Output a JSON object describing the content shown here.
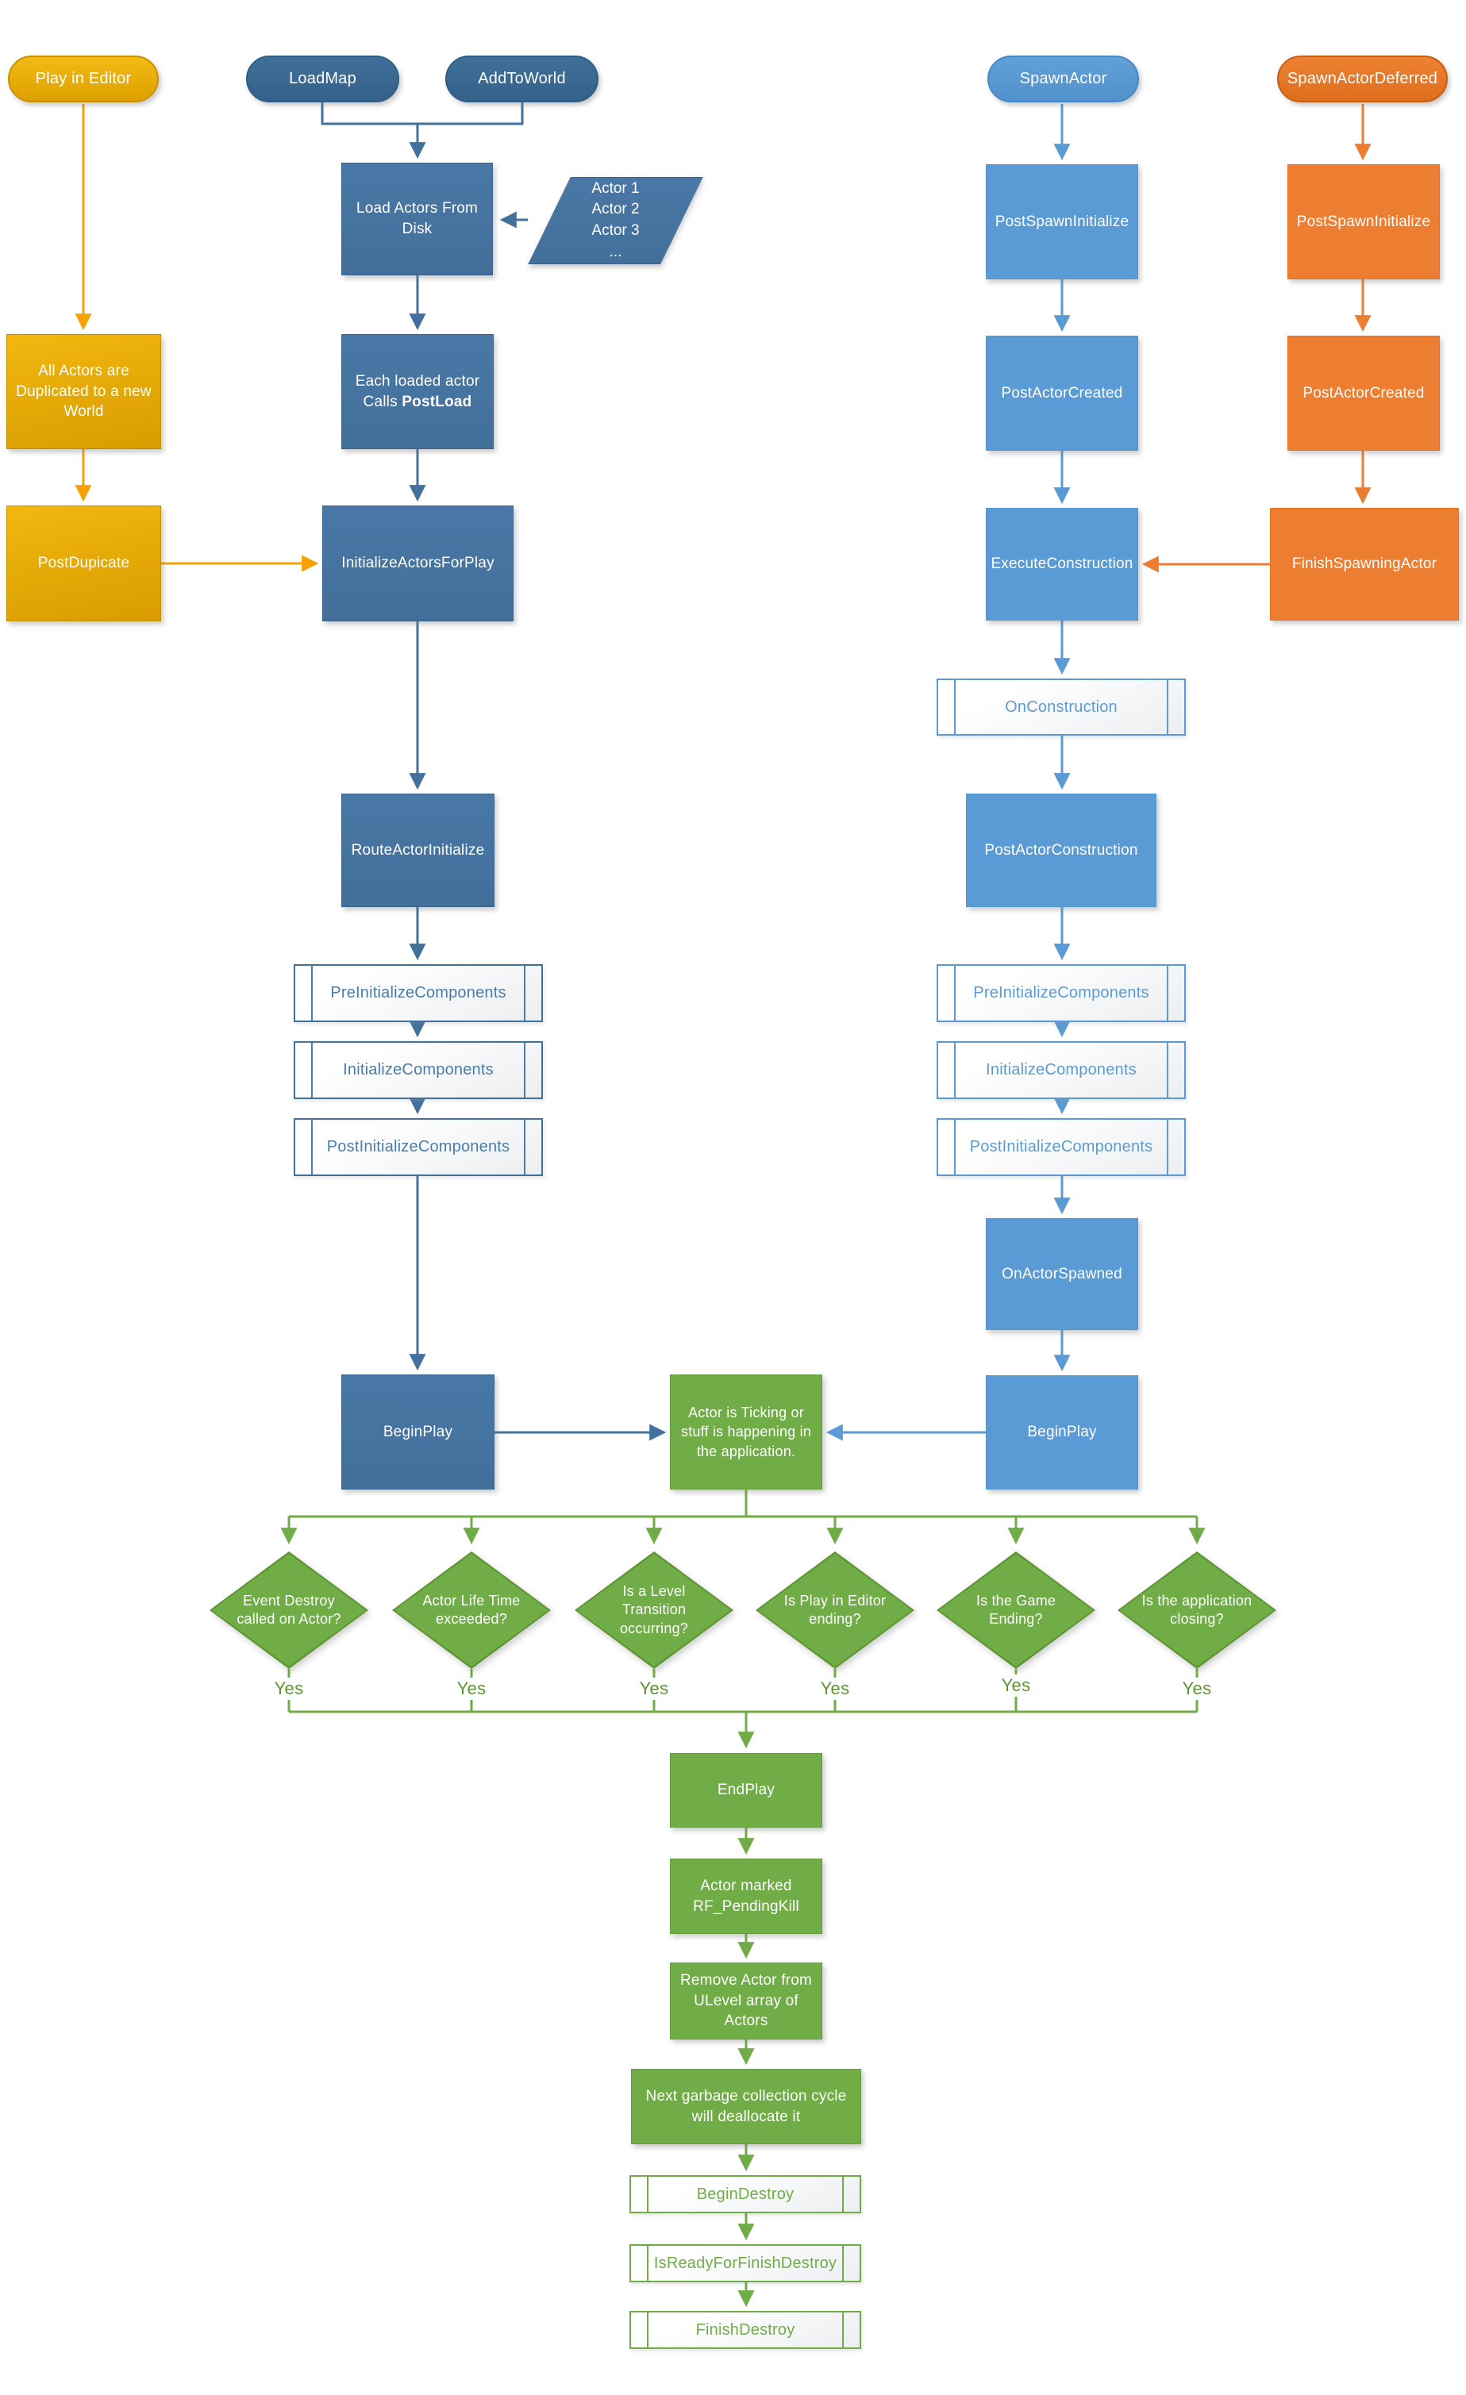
{
  "colors": {
    "gold": "#E0A400",
    "gold_arrow": "#F7A102",
    "steel_blue": "#46749E",
    "steel_arrow": "#41719C",
    "light_blue": "#5B9BD5",
    "orange": "#ED7D31",
    "green": "#70AD47"
  },
  "nodes": {
    "play_in_editor": {
      "label": "Play in Editor"
    },
    "load_map": {
      "label": "LoadMap"
    },
    "add_to_world": {
      "label": "AddToWorld"
    },
    "spawn_actor": {
      "label": "SpawnActor"
    },
    "spawn_actor_deferred": {
      "label": "SpawnActorDeferred"
    },
    "load_actors_from_disk": {
      "label": "Load Actors From Disk"
    },
    "actor_list": {
      "lines": [
        "Actor 1",
        "Actor 2",
        "Actor 3",
        "..."
      ]
    },
    "all_actors_duplicated": {
      "label": "All Actors are Duplicated to a new World"
    },
    "each_loaded_actor": {
      "line1": "Each loaded actor",
      "line2_prefix": "Calls",
      "line2_bold": "PostLoad"
    },
    "post_dupicate": {
      "label": "PostDupicate"
    },
    "initialize_actors_for_play": {
      "label": "InitializeActorsForPlay"
    },
    "route_actor_initialize": {
      "label": "RouteActorInitialize"
    },
    "pre_initialize_components_left": {
      "label": "PreInitializeComponents"
    },
    "initialize_components_left": {
      "label": "InitializeComponents"
    },
    "post_initialize_components_left": {
      "label": "PostInitializeComponents"
    },
    "begin_play_left": {
      "label": "BeginPlay"
    },
    "actor_ticking": {
      "label": "Actor is Ticking or stuff is happening in the application."
    },
    "post_spawn_initialize_blue": {
      "label": "PostSpawnInitialize"
    },
    "post_actor_created_blue": {
      "label": "PostActorCreated"
    },
    "execute_construction": {
      "label": "ExecuteConstruction"
    },
    "on_construction": {
      "label": "OnConstruction"
    },
    "post_actor_construction": {
      "label": "PostActorConstruction"
    },
    "pre_initialize_components_right": {
      "label": "PreInitializeComponents"
    },
    "initialize_components_right": {
      "label": "InitializeComponents"
    },
    "post_initialize_components_right": {
      "label": "PostInitializeComponents"
    },
    "on_actor_spawned": {
      "label": "OnActorSpawned"
    },
    "begin_play_right": {
      "label": "BeginPlay"
    },
    "post_spawn_initialize_orange": {
      "label": "PostSpawnInitialize"
    },
    "post_actor_created_orange": {
      "label": "PostActorCreated"
    },
    "finish_spawning_actor": {
      "label": "FinishSpawningActor"
    },
    "end_play": {
      "label": "EndPlay"
    },
    "actor_marked_pending_kill": {
      "label": "Actor marked RF_PendingKill"
    },
    "remove_actor_from_ulevel": {
      "label": "Remove Actor from ULevel array of Actors"
    },
    "next_garbage_collection": {
      "label": "Next garbage collection cycle will deallocate it"
    },
    "begin_destroy": {
      "label": "BeginDestroy"
    },
    "is_ready_for_finish_destroy": {
      "label": "IsReadyForFinishDestroy"
    },
    "finish_destroy": {
      "label": "FinishDestroy"
    }
  },
  "decisions": [
    {
      "question": "Event Destroy called on Actor?",
      "answer": "Yes"
    },
    {
      "question": "Actor Life Time exceeded?",
      "answer": "Yes"
    },
    {
      "question": "Is a Level Transition occurring?",
      "answer": "Yes"
    },
    {
      "question": "Is Play in Editor ending?",
      "answer": "Yes"
    },
    {
      "question": "Is the Game Ending?",
      "answer": "Yes"
    },
    {
      "question": "Is the application closing?",
      "answer": "Yes"
    }
  ]
}
